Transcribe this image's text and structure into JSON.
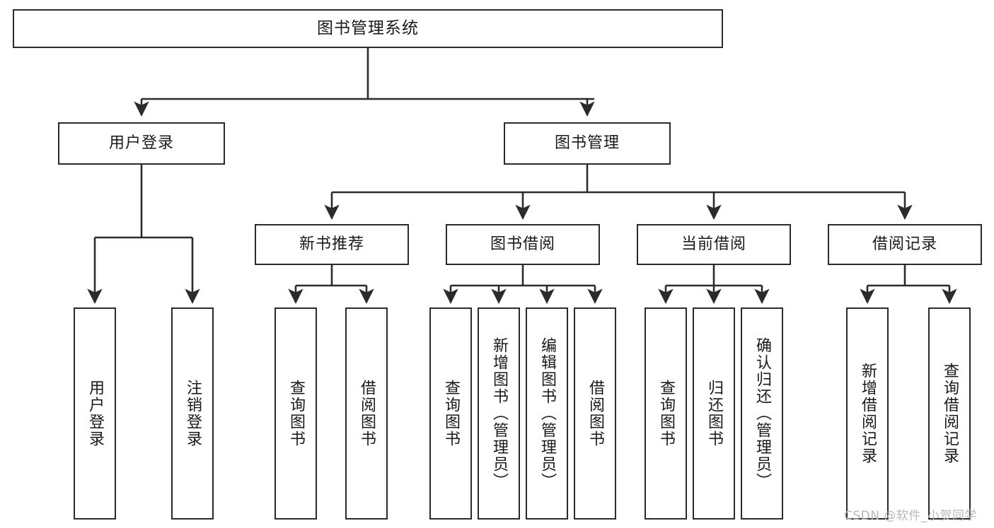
{
  "diagram": {
    "type": "tree-hierarchy-diagram",
    "title": "图书管理系统",
    "orientation": "top-down",
    "colors": {
      "box_border": "#2b2b2b",
      "box_fill": "#ffffff",
      "connector": "#2b2b2b",
      "text": "#1a1a1a",
      "watermark": "#b9b9b9",
      "background": "#ffffff"
    },
    "nodes": {
      "root": {
        "label": "图书管理系统",
        "level": 0
      },
      "level1": [
        {
          "id": "user-login",
          "label": "用户登录"
        },
        {
          "id": "book-manage",
          "label": "图书管理"
        }
      ],
      "level2": [
        {
          "id": "new-book-rec",
          "label": "新书推荐",
          "parent": "book-manage"
        },
        {
          "id": "book-borrow",
          "label": "图书借阅",
          "parent": "book-manage"
        },
        {
          "id": "current-borrow",
          "label": "当前借阅",
          "parent": "book-manage"
        },
        {
          "id": "borrow-record",
          "label": "借阅记录",
          "parent": "book-manage"
        }
      ],
      "leaves": {
        "user-login": [
          {
            "id": "leaf-user-login",
            "label": "用户登录"
          },
          {
            "id": "leaf-user-logout",
            "label": "注销登录"
          }
        ],
        "new-book-rec": [
          {
            "id": "leaf-query-book-1",
            "label": "查询图书"
          },
          {
            "id": "leaf-borrow-book-1",
            "label": "借阅图书"
          }
        ],
        "book-borrow": [
          {
            "id": "leaf-query-book-2",
            "label": "查询图书"
          },
          {
            "id": "leaf-add-book",
            "label": "新增图书（管理员）"
          },
          {
            "id": "leaf-edit-book",
            "label": "编辑图书（管理员）"
          },
          {
            "id": "leaf-borrow-book-2",
            "label": "借阅图书"
          }
        ],
        "current-borrow": [
          {
            "id": "leaf-query-book-3",
            "label": "查询图书"
          },
          {
            "id": "leaf-return-book",
            "label": "归还图书"
          },
          {
            "id": "leaf-confirm-return",
            "label": "确认归还（管理员）"
          }
        ],
        "borrow-record": [
          {
            "id": "leaf-add-record",
            "label": "新增借阅记录"
          },
          {
            "id": "leaf-query-record",
            "label": "查询借阅记录"
          }
        ]
      }
    },
    "watermark": "CSDN @软件_小贺同学"
  }
}
